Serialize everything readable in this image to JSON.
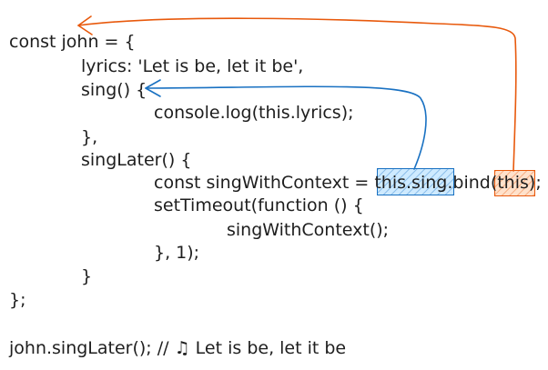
{
  "code": {
    "lines": [
      "const john = {",
      "lyrics: 'Let is be, let it be',",
      "sing() {",
      "console.log(this.lyrics);",
      "},",
      "singLater() {",
      "const singWithContext = this.sing.bind(this);",
      "setTimeout(function () {",
      "singWithContext();",
      "}, 1);",
      "}",
      "};",
      "john.singLater(); // ♫ Let is be, let it be"
    ]
  },
  "highlights": [
    {
      "name": "bound-method-highlight",
      "text": "this.sing",
      "color": "#1971c2",
      "fill": "#a5d8ff"
    },
    {
      "name": "bound-context-highlight",
      "text": "this",
      "color": "#e8590c",
      "fill": "#ffc9a0"
    }
  ],
  "arrows": [
    {
      "name": "arrow-to-sing-definition",
      "color": "#1971c2"
    },
    {
      "name": "arrow-to-john-object",
      "color": "#e8590c"
    }
  ],
  "colors": {
    "text": "#1e1e1e",
    "blue": "#1971c2",
    "orange": "#e8590c"
  }
}
